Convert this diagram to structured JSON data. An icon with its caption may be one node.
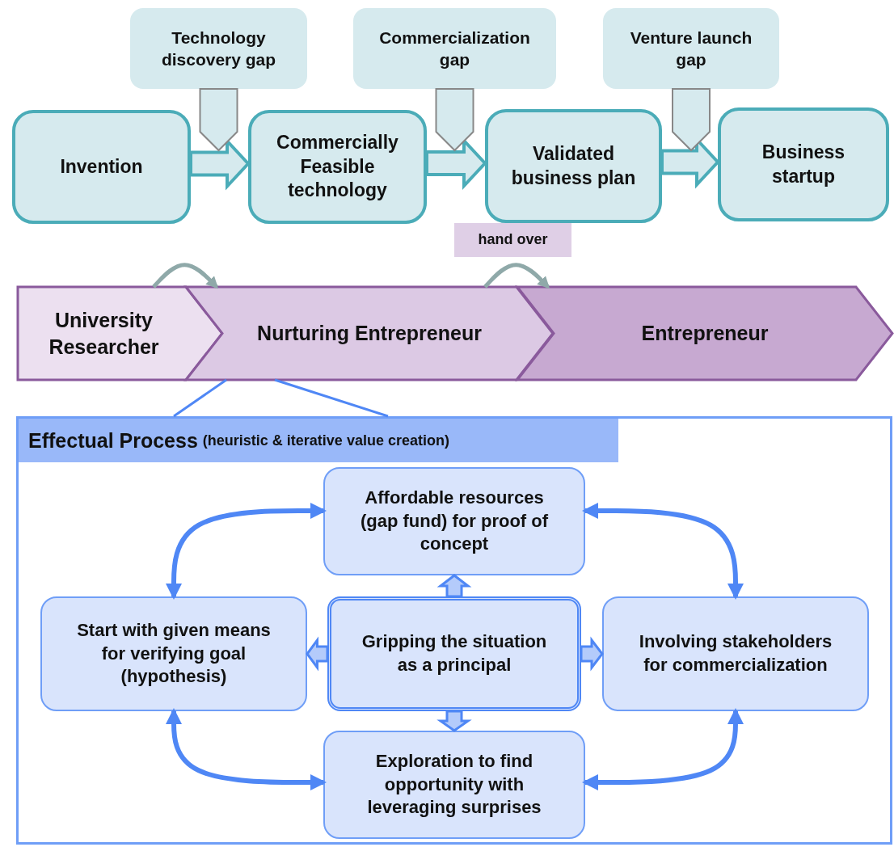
{
  "diagram": {
    "nodes": [
      {
        "text": [
          "Technology discovery gap"
        ]
      },
      {
        "text": [
          "Commercialization gap"
        ]
      },
      {
        "text": [
          "Venture launch gap"
        ]
      },
      {
        "text": [
          "Invention"
        ]
      },
      {
        "text": [
          "Commercially Feasible technology"
        ]
      },
      {
        "text": [
          "Validated business plan"
        ]
      },
      {
        "text": [
          "Business startup"
        ]
      },
      {
        "text": [
          "hand over"
        ]
      },
      {
        "text": [
          "University Researcher"
        ]
      },
      {
        "text": [
          "Nurturing Entrepreneur"
        ]
      },
      {
        "text": [
          "Entrepreneur"
        ]
      },
      {
        "text": [
          "Effectual Process",
          "(heuristic & iterative value creation)"
        ]
      },
      {
        "text": [
          "Affordable resources (gap fund) for proof of concept"
        ],
        "in": 11
      },
      {
        "text": [
          "Start with given means for verifying goal (hypothesis)"
        ],
        "in": 11
      },
      {
        "text": [
          "Gripping the situation as a principal"
        ],
        "in": 11
      },
      {
        "text": [
          "Involving stakeholders for commercialization"
        ],
        "in": 11
      },
      {
        "text": [
          "Exploration to find opportunity with leveraging surprises"
        ],
        "in": 11
      }
    ],
    "edges": [
      {
        "from": 3,
        "to": 4,
        "arrow": "to",
        "style": "thick",
        "color": "#4bacb8"
      },
      {
        "from": 4,
        "to": 5,
        "arrow": "to",
        "style": "thick",
        "color": "#4bacb8"
      },
      {
        "from": 5,
        "to": 6,
        "arrow": "to",
        "style": "thick",
        "color": "#4bacb8"
      },
      {
        "from": 0,
        "to": null,
        "arrow": "to",
        "style": "thick",
        "color": "#888888"
      },
      {
        "from": 1,
        "to": null,
        "arrow": "to",
        "style": "thick",
        "color": "#888888"
      },
      {
        "from": 2,
        "to": null,
        "arrow": "to",
        "style": "thick",
        "color": "#888888"
      },
      {
        "from": 8,
        "to": 9,
        "arrow": "to",
        "color": "#8fa9a9"
      },
      {
        "from": 9,
        "to": 10,
        "arrow": "to",
        "color": "#8fa9a9"
      },
      {
        "from": 9,
        "to": 11,
        "arrow": "none"
      },
      {
        "from": 9,
        "to": 11,
        "arrow": "none"
      },
      {
        "from": 14,
        "to": 12,
        "arrow": "to",
        "style": "thick"
      },
      {
        "from": 14,
        "to": 13,
        "arrow": "to",
        "style": "thick"
      },
      {
        "from": 14,
        "to": 15,
        "arrow": "to",
        "style": "thick"
      },
      {
        "from": 14,
        "to": 16,
        "arrow": "to",
        "style": "thick"
      },
      {
        "from": 12,
        "to": 13,
        "arrow": "both"
      },
      {
        "from": 12,
        "to": 15,
        "arrow": "both"
      },
      {
        "from": 13,
        "to": 16,
        "arrow": "both"
      },
      {
        "from": 15,
        "to": 16,
        "arrow": "both"
      }
    ]
  }
}
